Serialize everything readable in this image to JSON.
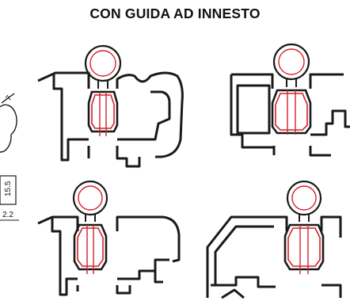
{
  "title": "CON GUIDA AD INNESTO",
  "colors": {
    "profile": "#1a1a1a",
    "guide": "#d6202a",
    "background": "#ffffff"
  },
  "dimensions": {
    "height_label": "15.5",
    "width_label": "2.2",
    "angle_label": "7"
  }
}
